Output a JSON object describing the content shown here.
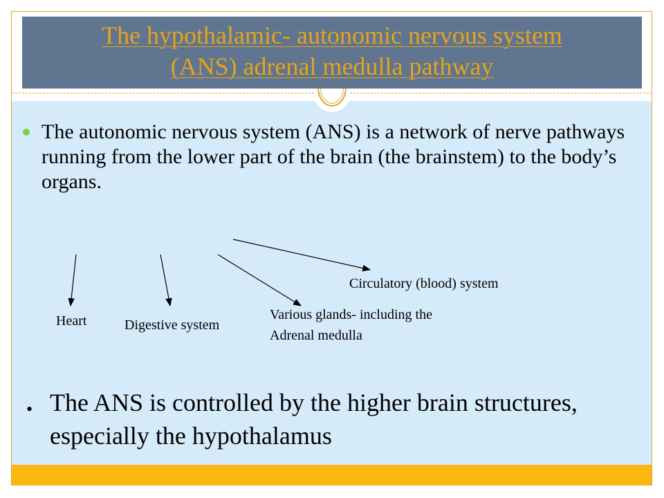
{
  "title": {
    "line1": "The hypothalamic- autonomic nervous system",
    "line2": "(ANS) adrenal medulla pathway"
  },
  "bullet1": "The autonomic nervous system (ANS) is a network of nerve pathways running from the lower part of the brain (the brainstem) to the body’s organs.",
  "labels": {
    "heart": "Heart",
    "digestive": "Digestive system",
    "glands_line1": "Various glands- including the",
    "glands_line2": "Adrenal medulla",
    "circulatory": "Circulatory (blood) system"
  },
  "bullet2_marker": "•",
  "bullet2": "The ANS is controlled by the higher brain structures, especially the hypothalamus",
  "colors": {
    "title_bg": "#5f7590",
    "title_text": "#e8a317",
    "content_bg": "#d6ebfa",
    "footer": "#fcb611"
  }
}
